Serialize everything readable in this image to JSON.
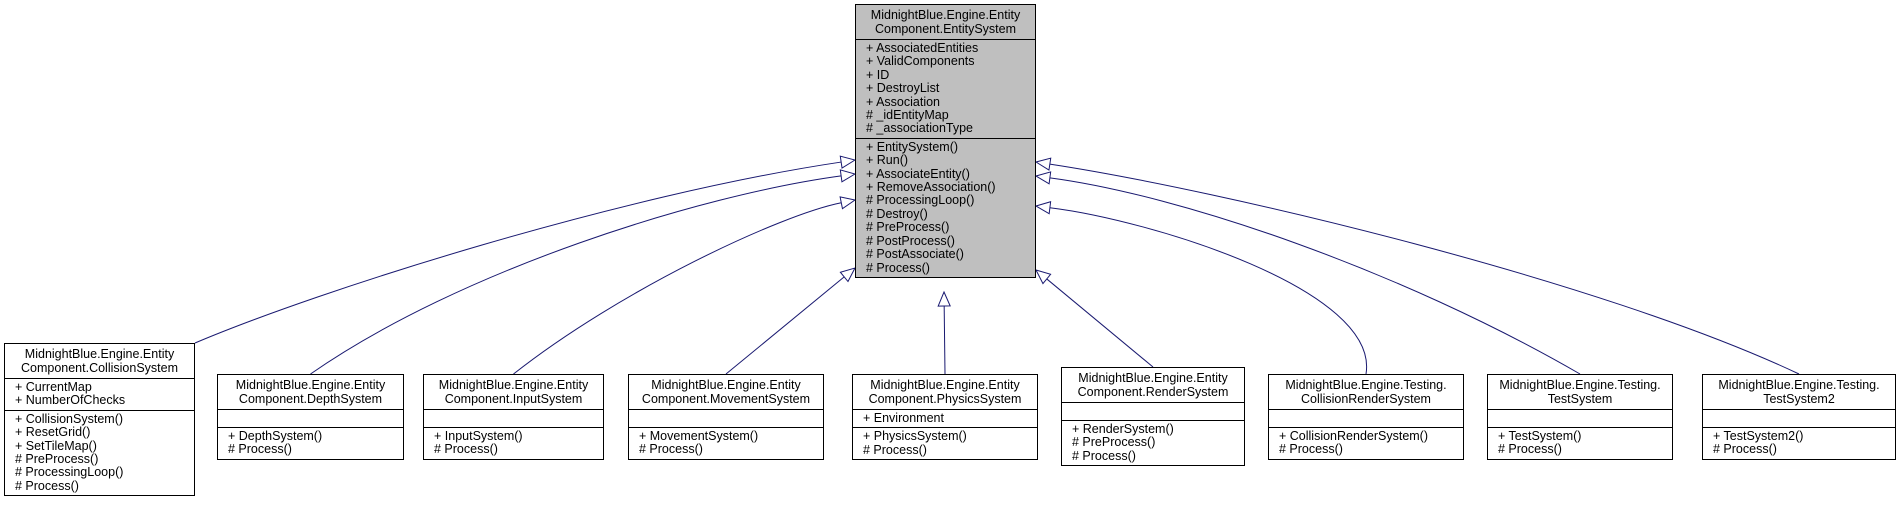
{
  "diagram": {
    "edge_color": "#191970",
    "base": {
      "title": [
        "MidnightBlue.Engine.Entity",
        "Component.EntitySystem"
      ],
      "attributes": [
        "+ AssociatedEntities",
        "+ ValidComponents",
        "+ ID",
        "+ DestroyList",
        "+ Association",
        "# _idEntityMap",
        "# _associationType"
      ],
      "methods": [
        "+ EntitySystem()",
        "+ Run()",
        "+ AssociateEntity()",
        "+ RemoveAssociation()",
        "# ProcessingLoop()",
        "# Destroy()",
        "# PreProcess()",
        "# PostProcess()",
        "# PostAssociate()",
        "# Process()"
      ]
    },
    "derived": [
      {
        "id": "collision",
        "title": [
          "MidnightBlue.Engine.Entity",
          "Component.CollisionSystem"
        ],
        "attributes": [
          "+ CurrentMap",
          "+ NumberOfChecks"
        ],
        "methods": [
          "+ CollisionSystem()",
          "+ ResetGrid()",
          "+ SetTileMap()",
          "# PreProcess()",
          "# ProcessingLoop()",
          "# Process()"
        ]
      },
      {
        "id": "depth",
        "title": [
          "MidnightBlue.Engine.Entity",
          "Component.DepthSystem"
        ],
        "attributes": [],
        "methods": [
          "+ DepthSystem()",
          "# Process()"
        ]
      },
      {
        "id": "input",
        "title": [
          "MidnightBlue.Engine.Entity",
          "Component.InputSystem"
        ],
        "attributes": [],
        "methods": [
          "+ InputSystem()",
          "# Process()"
        ]
      },
      {
        "id": "movement",
        "title": [
          "MidnightBlue.Engine.Entity",
          "Component.MovementSystem"
        ],
        "attributes": [],
        "methods": [
          "+ MovementSystem()",
          "# Process()"
        ]
      },
      {
        "id": "physics",
        "title": [
          "MidnightBlue.Engine.Entity",
          "Component.PhysicsSystem"
        ],
        "attributes": [
          "+ Environment"
        ],
        "methods": [
          "+ PhysicsSystem()",
          "# Process()"
        ]
      },
      {
        "id": "render",
        "title": [
          "MidnightBlue.Engine.Entity",
          "Component.RenderSystem"
        ],
        "attributes": [],
        "methods": [
          "+ RenderSystem()",
          "# PreProcess()",
          "# Process()"
        ]
      },
      {
        "id": "collision-render",
        "title": [
          "MidnightBlue.Engine.Testing.",
          "CollisionRenderSystem"
        ],
        "attributes": [],
        "methods": [
          "+ CollisionRenderSystem()",
          "# Process()"
        ]
      },
      {
        "id": "test",
        "title": [
          "MidnightBlue.Engine.Testing.",
          "TestSystem"
        ],
        "attributes": [],
        "methods": [
          "+ TestSystem()",
          "# Process()"
        ]
      },
      {
        "id": "test2",
        "title": [
          "MidnightBlue.Engine.Testing.",
          "TestSystem2"
        ],
        "attributes": [],
        "methods": [
          "+ TestSystem2()",
          "# Process()"
        ]
      }
    ]
  }
}
